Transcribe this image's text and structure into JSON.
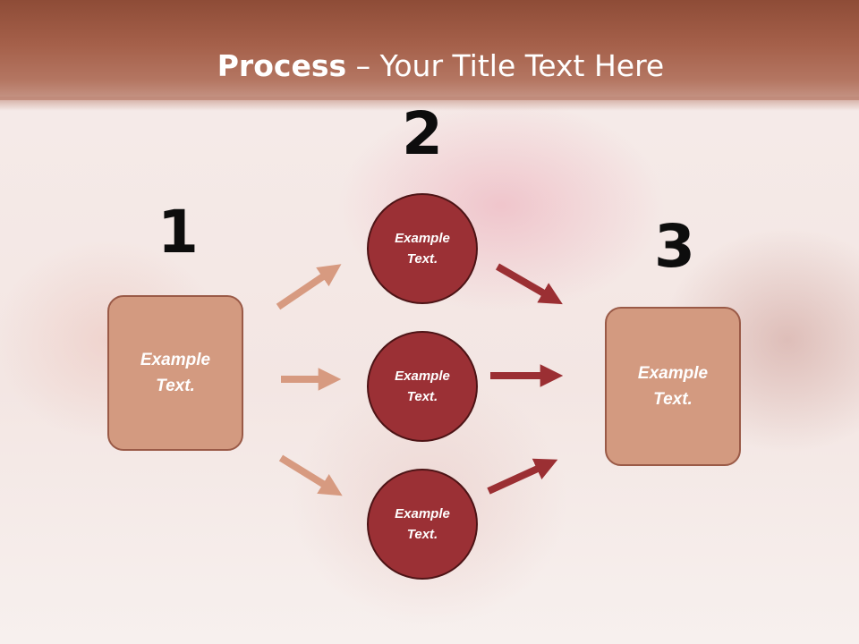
{
  "title": {
    "bold": "Process",
    "rest": " – Your Title Text Here"
  },
  "steps": {
    "one": "1",
    "two": "2",
    "three": "3"
  },
  "left_box": {
    "text": "Example\nText."
  },
  "circles": [
    {
      "text": "Example\nText."
    },
    {
      "text": "Example\nText."
    },
    {
      "text": "Example\nText."
    }
  ],
  "right_box": {
    "text": "Example\nText."
  },
  "colors": {
    "header": "#a5604a",
    "box_fill": "#d39a80",
    "circle_fill": "#9b3035",
    "arrow_light": "#d79a80",
    "arrow_dark": "#9b2f33"
  }
}
